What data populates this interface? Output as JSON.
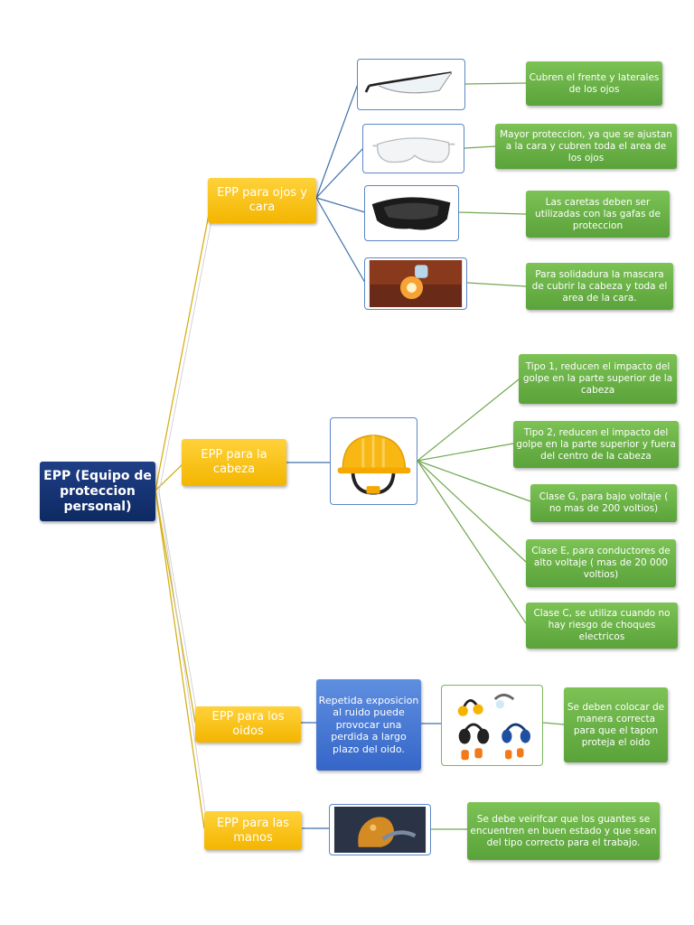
{
  "root": {
    "label": "EPP (Equipo de proteccion personal)",
    "color": "#152f6e"
  },
  "colors": {
    "category": "#f7c21b",
    "description": "#6bb347",
    "note": "#4576d4",
    "root_connector": "#d6b019",
    "blue_connector": "#3f6faa",
    "green_connector": "#70a850"
  },
  "categories": [
    {
      "label": "EPP para  ojos y cara",
      "items": [
        {
          "image": "safety-glasses-icon",
          "text": "Cubren el frente y laterales de los ojos"
        },
        {
          "image": "safety-goggles-icon",
          "text": "Mayor proteccion, ya que se ajustan a la cara y cubren toda el area de los ojos"
        },
        {
          "image": "face-shield-icon",
          "text": "Las caretas deben ser utilizadas con las gafas de proteccion"
        },
        {
          "image": "welding-mask-photo",
          "text": "Para solidadura la mascara de cubrir la cabeza y toda el area de la cara."
        }
      ]
    },
    {
      "label": "EPP para la cabeza",
      "image": "hard-hat-icon",
      "items": [
        {
          "text": "Tipo 1, reducen el impacto del golpe en la parte superior de la cabeza"
        },
        {
          "text": "Tipo 2, reducen el impacto del golpe en la parte superior  y fuera del centro de la cabeza"
        },
        {
          "text": "Clase G, para bajo  voltaje ( no mas de 200 voltios)"
        },
        {
          "text": "Clase E, para conductores de alto voltaje ( mas de 20 000 voltios)"
        },
        {
          "text": "Clase C, se utiliza cuando no hay riesgo de choques electricos"
        }
      ]
    },
    {
      "label": "EPP para los oidos",
      "note": "Repetida exposicion al ruido puede provocar una perdida a largo plazo del oido.",
      "image": "ear-protection-icon",
      "text": "Se  deben colocar de manera correcta para que el tapon proteja el oido"
    },
    {
      "label": "EPP para las manos",
      "image": "gloves-photo",
      "text": "Se debe veirifcar que los guantes se encuentren en buen estado y que sean del tipo correcto para el trabajo."
    }
  ]
}
